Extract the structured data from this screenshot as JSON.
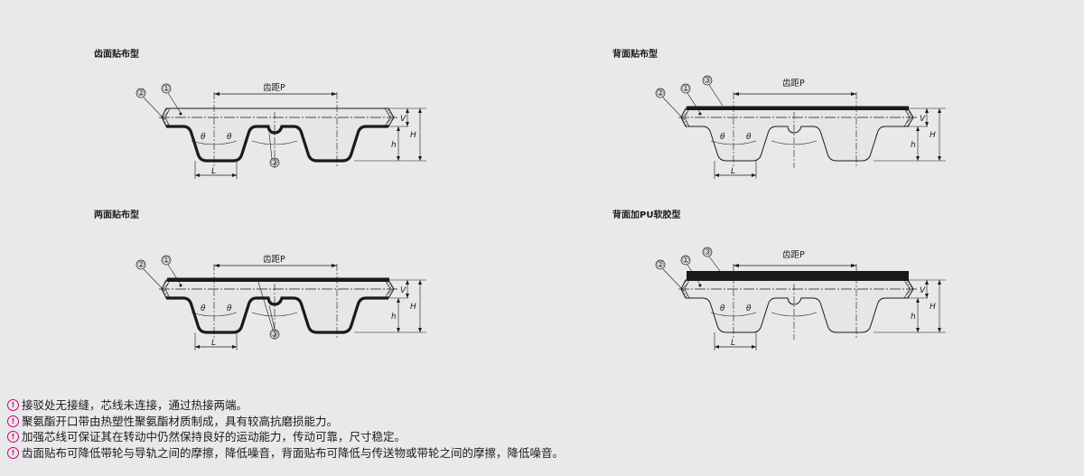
{
  "diagrams": [
    {
      "title": "齿面贴布型",
      "pitch_label": "齿距P",
      "callouts": [
        "①",
        "②",
        "③"
      ],
      "dims": [
        "θ",
        "θ",
        "L",
        "h",
        "H",
        "V"
      ]
    },
    {
      "title": "背面贴布型",
      "pitch_label": "齿距P",
      "callouts": [
        "①",
        "②",
        "③"
      ],
      "dims": [
        "θ",
        "θ",
        "L",
        "h",
        "H",
        "V"
      ]
    },
    {
      "title": "两面贴布型",
      "pitch_label": "齿距P",
      "callouts": [
        "①",
        "②",
        "③"
      ],
      "dims": [
        "θ",
        "θ",
        "L",
        "h",
        "H",
        "V"
      ]
    },
    {
      "title": "背面加PU软胶型",
      "pitch_label": "齿距P",
      "callouts": [
        "①",
        "②",
        "③"
      ],
      "dims": [
        "θ",
        "θ",
        "L",
        "h",
        "H",
        "V"
      ]
    }
  ],
  "notes": [
    {
      "marker": "!",
      "text": "接驳处无接缝，芯线未连接，通过热接两端。"
    },
    {
      "marker": "!",
      "text": "聚氨酯开口带由热塑性聚氨酯材质制成，具有较高抗磨损能力。"
    },
    {
      "marker": "!",
      "text": "加强芯线可保证其在转动中仍然保持良好的运动能力，传动可靠，尺寸稳定。"
    },
    {
      "marker": "!",
      "text": "齿面贴布可降低带轮与导轨之间的摩擦，降低噪音，背面贴布可降低与传送物或带轮之间的摩擦，降低噪音。"
    }
  ],
  "colors": {
    "background": "#e8e9ea",
    "belt_fill": "#e4e6e8",
    "outline": "#1a1a1a",
    "accent": "#d0006f"
  }
}
